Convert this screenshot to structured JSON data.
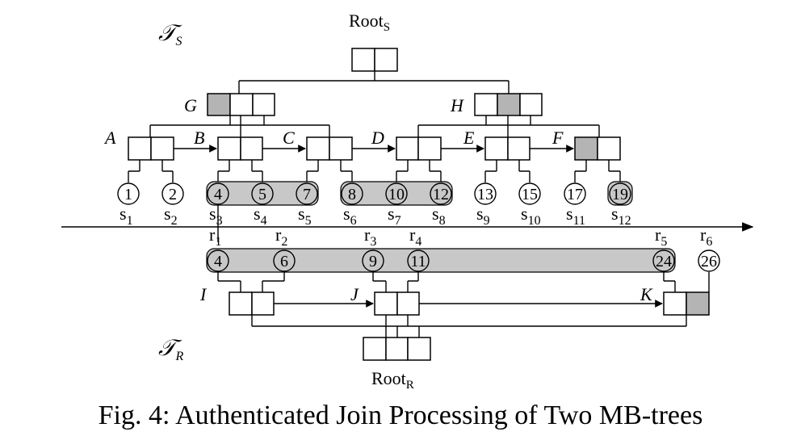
{
  "tree_s": {
    "label": "𝒯",
    "label_sub": "S",
    "root_label": "Root",
    "root_sub": "S",
    "internal_nodes": [
      "G",
      "H"
    ],
    "leaf_nodes": [
      "A",
      "B",
      "C",
      "D",
      "E",
      "F"
    ],
    "records": [
      {
        "value": "1",
        "label": "s",
        "sub": "1"
      },
      {
        "value": "2",
        "label": "s",
        "sub": "2"
      },
      {
        "value": "4",
        "label": "s",
        "sub": "3"
      },
      {
        "value": "5",
        "label": "s",
        "sub": "4"
      },
      {
        "value": "7",
        "label": "s",
        "sub": "5"
      },
      {
        "value": "8",
        "label": "s",
        "sub": "6"
      },
      {
        "value": "10",
        "label": "s",
        "sub": "7"
      },
      {
        "value": "12",
        "label": "s",
        "sub": "8"
      },
      {
        "value": "13",
        "label": "s",
        "sub": "9"
      },
      {
        "value": "15",
        "label": "s",
        "sub": "10"
      },
      {
        "value": "17",
        "label": "s",
        "sub": "11"
      },
      {
        "value": "19",
        "label": "s",
        "sub": "12"
      }
    ]
  },
  "tree_r": {
    "label": "𝒯",
    "label_sub": "R",
    "root_label": "Root",
    "root_sub": "R",
    "leaf_nodes": [
      "I",
      "J",
      "K"
    ],
    "records": [
      {
        "value": "4",
        "label": "r",
        "sub": "1"
      },
      {
        "value": "6",
        "label": "r",
        "sub": "2"
      },
      {
        "value": "9",
        "label": "r",
        "sub": "3"
      },
      {
        "value": "11",
        "label": "r",
        "sub": "4"
      },
      {
        "value": "24",
        "label": "r",
        "sub": "5"
      },
      {
        "value": "26",
        "label": "r",
        "sub": "6"
      }
    ]
  },
  "caption": "Fig. 4: Authenticated Join Processing of Two MB-trees"
}
